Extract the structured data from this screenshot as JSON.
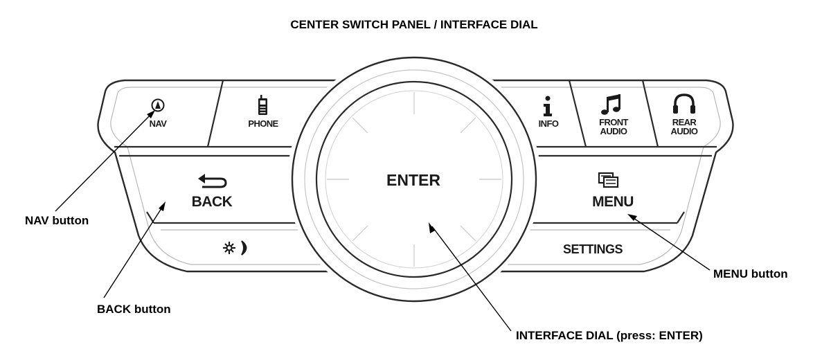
{
  "title": "CENTER SWITCH PANEL / INTERFACE DIAL",
  "buttons": {
    "nav": "NAV",
    "phone": "PHONE",
    "info": "INFO",
    "front_audio_1": "FRONT",
    "front_audio_2": "AUDIO",
    "rear_audio_1": "REAR",
    "rear_audio_2": "AUDIO",
    "back": "BACK",
    "menu": "MENU",
    "settings": "SETTINGS",
    "enter": "ENTER"
  },
  "icons": {
    "nav": "compass-icon",
    "phone": "phone-icon",
    "info": "info-icon",
    "front_audio": "music-note-icon",
    "rear_audio": "headphones-icon",
    "back": "back-arrow-icon",
    "menu": "menu-icon",
    "brightness": "sun-moon-icon"
  },
  "callouts": {
    "nav": "NAV button",
    "back": "BACK button",
    "menu": "MENU button",
    "dial": "INTERFACE DIAL (press: ENTER)"
  }
}
